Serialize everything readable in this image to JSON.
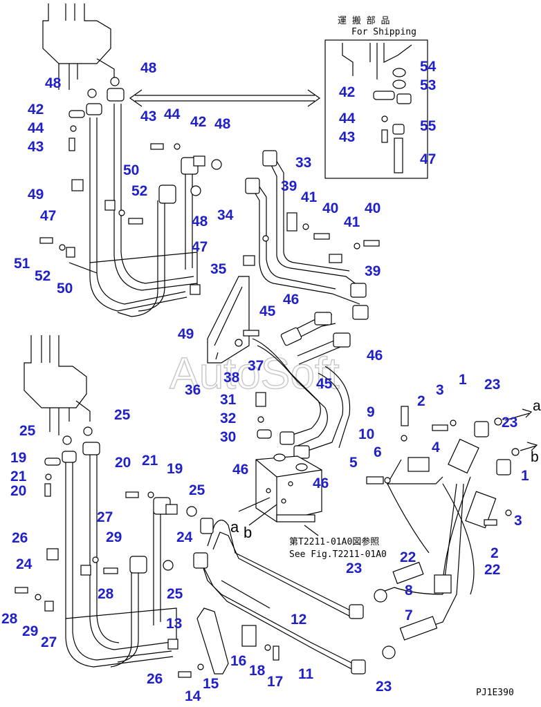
{
  "diagram_title": "PJ1E390",
  "watermark": "AutoSoft",
  "shipping": {
    "jp": "運 搬 部 品",
    "en": "For Shipping"
  },
  "see_fig": {
    "jp": "第T2211-01A0図参照",
    "en": "See Fig.T2211-01A0"
  },
  "port_labels": {
    "a1": "a",
    "b1": "b",
    "a2": "a",
    "b2": "b"
  },
  "callouts": [
    "48",
    "48",
    "42",
    "44",
    "43",
    "43",
    "44",
    "42",
    "48",
    "50",
    "52",
    "49",
    "47",
    "51",
    "52",
    "50",
    "48",
    "34",
    "47",
    "35",
    "33",
    "39",
    "41",
    "40",
    "41",
    "40",
    "39",
    "46",
    "45",
    "46",
    "45",
    "37",
    "38",
    "36",
    "31",
    "32",
    "30",
    "46",
    "46",
    "49",
    "54",
    "42",
    "53",
    "44",
    "55",
    "43",
    "47",
    "25",
    "25",
    "19",
    "21",
    "20",
    "20",
    "21",
    "19",
    "25",
    "26",
    "27",
    "29",
    "24",
    "24",
    "28",
    "25",
    "28",
    "29",
    "27",
    "13",
    "16",
    "18",
    "17",
    "14",
    "15",
    "26",
    "12",
    "11",
    "23",
    "23",
    "9",
    "10",
    "5",
    "6",
    "2",
    "3",
    "4",
    "1",
    "23",
    "23",
    "1",
    "3",
    "2",
    "22",
    "22",
    "8",
    "7"
  ]
}
